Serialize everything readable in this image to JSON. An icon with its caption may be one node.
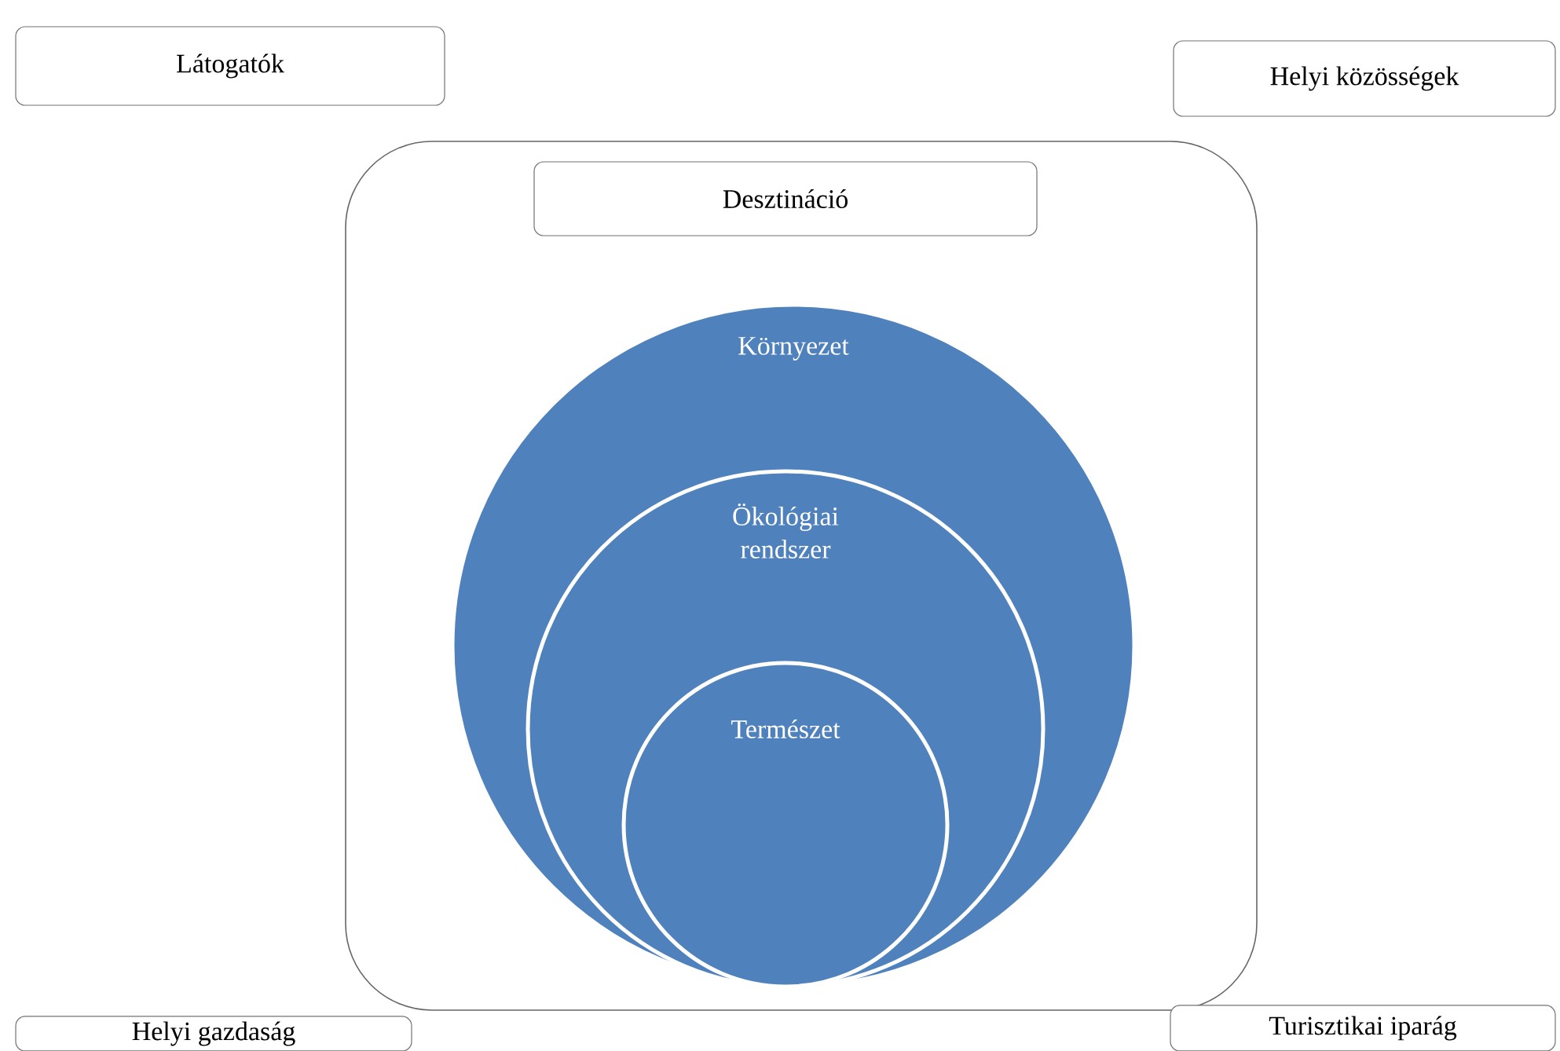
{
  "diagram": {
    "nodes": [
      {
        "text": [
          "Látogatók"
        ]
      },
      {
        "text": [
          "Helyi közösségek"
        ]
      },
      {
        "text": [],
        "shape": "box"
      },
      {
        "text": [
          "Desztináció"
        ],
        "in": 2
      },
      {
        "text": [
          "Környezet"
        ],
        "in": 2
      },
      {
        "text": [
          "Ökológiai rendszer"
        ],
        "in": 4
      },
      {
        "text": [
          "Természet"
        ],
        "in": 5
      },
      {
        "text": [
          "Helyi gazdaság"
        ]
      },
      {
        "text": [
          "Turisztikai iparág"
        ]
      }
    ]
  }
}
